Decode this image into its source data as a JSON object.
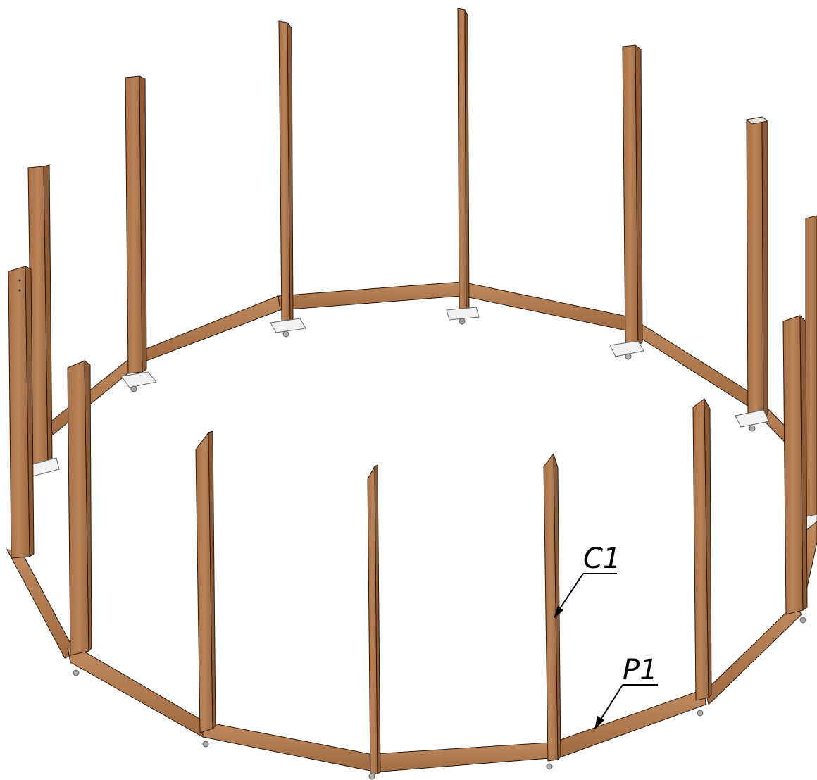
{
  "drawing": {
    "callouts": [
      {
        "id": "column",
        "label": "C1"
      },
      {
        "id": "beam",
        "label": "P1"
      }
    ],
    "colors": {
      "wood_front": "#b07a4f",
      "wood_side": "#8c5a34",
      "wood_top": "#c8956a",
      "edge": "#2a1a10",
      "plate": "#f2f2f2",
      "plate_edge": "#666666",
      "bolt": "#aaaaaa"
    }
  }
}
